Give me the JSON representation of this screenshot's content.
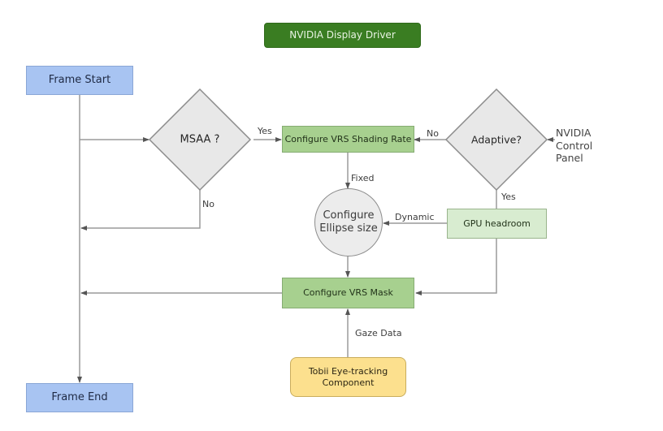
{
  "diagram": {
    "type": "flowchart",
    "header": {
      "label": "NVIDIA Display Driver",
      "color": "#3a7d22"
    },
    "nodes": {
      "frame_start": {
        "label": "Frame Start",
        "shape": "rectangle",
        "color": "#a8c4f2"
      },
      "msaa": {
        "label": "MSAA ?",
        "shape": "diamond",
        "color": "#e8e8e8"
      },
      "configure_vrs_shading_rate": {
        "label": "Configure VRS Shading Rate",
        "shape": "rectangle",
        "color": "#a7d08f"
      },
      "adaptive": {
        "label": "Adaptive?",
        "shape": "diamond",
        "color": "#e8e8e8"
      },
      "nvidia_control_panel": {
        "label": "NVIDIA\nControl\nPanel",
        "lines": [
          "NVIDIA",
          "Control",
          "Panel"
        ],
        "shape": "text"
      },
      "configure_ellipse_size": {
        "label": "Configure Ellipse size",
        "lines": [
          "Configure",
          "Ellipse size"
        ],
        "shape": "circle",
        "color": "#ececec"
      },
      "gpu_headroom": {
        "label": "GPU headroom",
        "shape": "rectangle",
        "color": "#d8ecd0"
      },
      "configure_vrs_mask": {
        "label": "Configure VRS Mask",
        "shape": "rectangle",
        "color": "#a7d08f"
      },
      "tobii": {
        "label": "Tobii Eye-tracking Component",
        "lines": [
          "Tobii Eye-tracking",
          "Component"
        ],
        "shape": "rounded-rectangle",
        "color": "#fce08e"
      },
      "frame_end": {
        "label": "Frame End",
        "shape": "rectangle",
        "color": "#a8c4f2"
      }
    },
    "edges": [
      {
        "from": "frame_start",
        "to": "frame_end",
        "label": ""
      },
      {
        "from": "frame_start",
        "to": "msaa",
        "label": ""
      },
      {
        "from": "msaa",
        "to": "configure_vrs_shading_rate",
        "label": "Yes"
      },
      {
        "from": "msaa",
        "to": "frame_end",
        "label": "No"
      },
      {
        "from": "adaptive",
        "to": "configure_vrs_shading_rate",
        "label": "No"
      },
      {
        "from": "nvidia_control_panel",
        "to": "adaptive",
        "label": ""
      },
      {
        "from": "configure_vrs_shading_rate",
        "to": "configure_ellipse_size",
        "label": "Fixed"
      },
      {
        "from": "adaptive",
        "to": "gpu_headroom",
        "label": "Yes"
      },
      {
        "from": "gpu_headroom",
        "to": "configure_ellipse_size",
        "label": "Dynamic"
      },
      {
        "from": "configure_ellipse_size",
        "to": "configure_vrs_mask",
        "label": ""
      },
      {
        "from": "gpu_headroom",
        "to": "configure_vrs_mask",
        "label": ""
      },
      {
        "from": "configure_vrs_mask",
        "to": "frame_end",
        "label": ""
      },
      {
        "from": "tobii",
        "to": "configure_vrs_mask",
        "label": "Gaze Data"
      }
    ]
  }
}
